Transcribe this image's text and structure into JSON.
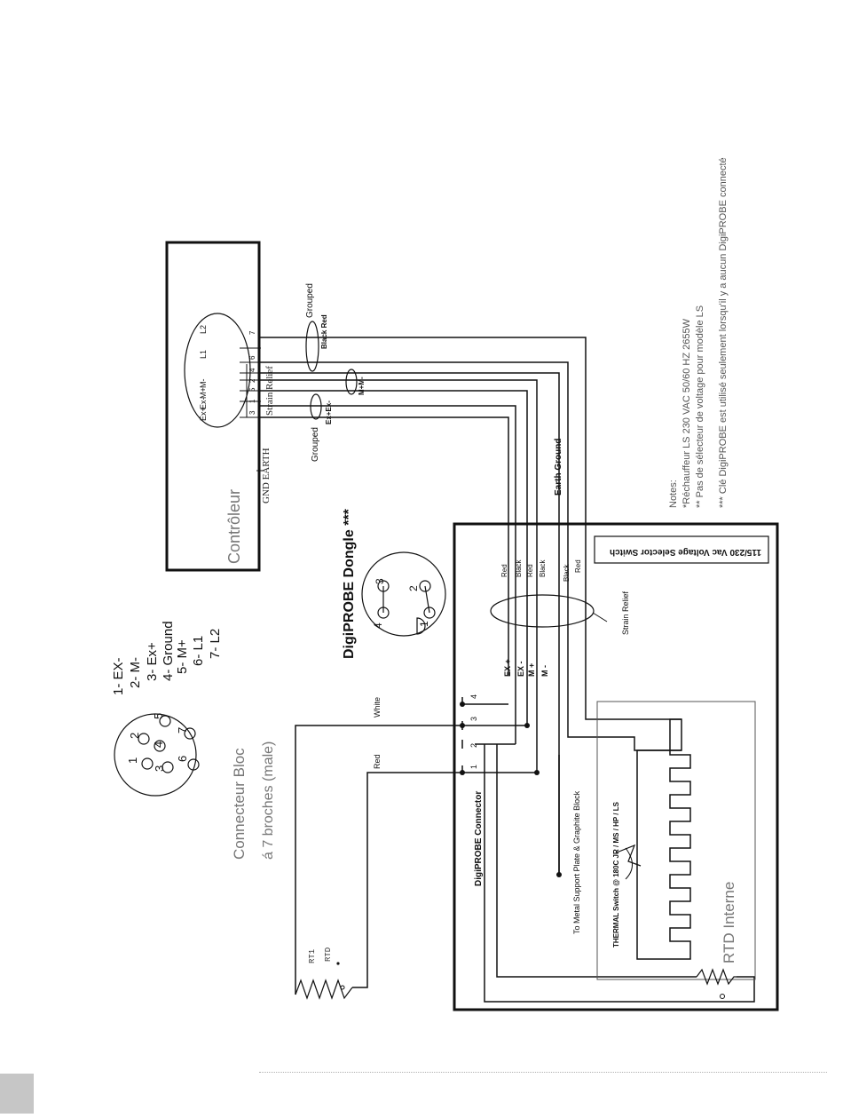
{
  "controller": {
    "title": "Contrôleur",
    "gnd_earth": "GND EARTH",
    "strain_relief": "Strain Relief",
    "connector_labels": [
      "Ex+",
      "Ex-",
      "M+",
      "M-",
      "L1",
      "L2"
    ],
    "pin_numbers": [
      "3",
      "1",
      "5",
      "2",
      "4",
      "6",
      "7"
    ],
    "grouped_top": "Grouped",
    "grouped_bottom": "Grouped",
    "black_red": "Black Red",
    "m_pair": "M+M-",
    "ex_pair": "Ex+Ex-",
    "earth_ground": "Earth Ground"
  },
  "notes": {
    "title": "Notes:",
    "line1": "*Réchauffeur LS 230 VAC 50/60 HZ 2655W",
    "line2": "** Pas de sélecteur de voltage pour modèle LS",
    "line3": "*** Clé DigiPROBE est utilisé seulement lorsqu'il y a aucun DigiPROBE connecté"
  },
  "dongle": {
    "title": "DigiPROBE Dongle  ***",
    "pins": [
      "1",
      "2",
      "3",
      "4"
    ]
  },
  "bloc": {
    "title": "Connecteur Bloc",
    "subtitle": "á 7 broches (male)",
    "pins": [
      "1",
      "2",
      "3",
      "4",
      "5",
      "6",
      "7"
    ],
    "pinout": [
      "1- EX-",
      "2- M-",
      "3- Ex+",
      "4- Ground",
      "5- M+",
      "6- L1",
      "7- L2"
    ]
  },
  "unit": {
    "voltage_switch": "115/230 Vac  Voltage Selector Switch",
    "strain_relief": "Strain Relief",
    "wire_colors": [
      "Red",
      "Black",
      "Red",
      "Black",
      "Black",
      "Red"
    ],
    "signals": [
      "EX +",
      "EX -",
      "M +",
      "M -"
    ],
    "connector_label": "DigiPROBE Connector",
    "connector_pins": [
      "1",
      "2",
      "3",
      "4"
    ],
    "to_metal": "To Metal Support Plate & Graphite Block",
    "thermal_switch": "THERMAL Switch @ 180C JR / MS / HP / LS",
    "rtd_interne": "RTD Interne"
  },
  "external": {
    "white": "White",
    "red": "Red",
    "rt1": "RT1",
    "rtd": "RTD"
  }
}
